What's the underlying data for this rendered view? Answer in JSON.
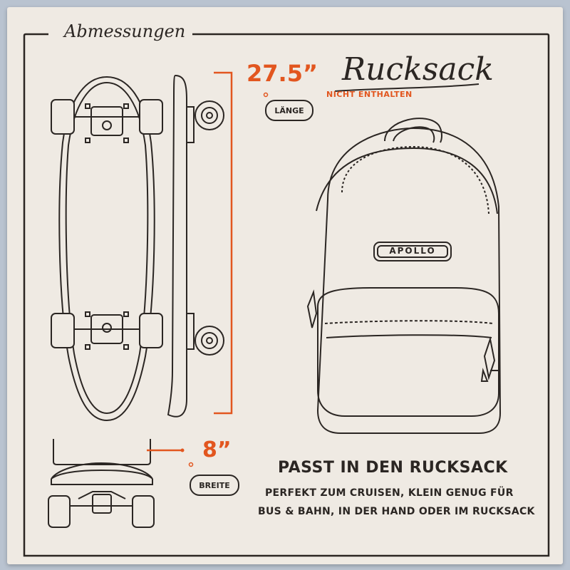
{
  "title": "Abmessungen",
  "length": {
    "value": "27.5”",
    "label": "LÄNGE"
  },
  "width": {
    "value": "8”",
    "label": "BREITE"
  },
  "backpack": {
    "title": "Rucksack",
    "note": "NICHT ENTHALTEN",
    "brand": "APOLLO"
  },
  "headline": "PASST IN DEN RUCKSACK",
  "subline_1": "PERFEKT ZUM CRUISEN, KLEIN GENUG FÜR",
  "subline_2": "BUS & BAHN, IN DER HAND ODER IM RUCKSACK",
  "colors": {
    "accent": "#e2561f",
    "ink": "#2b2623",
    "paper": "#efeae3",
    "background": "#b9c3d0"
  },
  "icons": [
    "skateboard-top-view-icon",
    "skateboard-side-view-icon",
    "skateboard-front-view-icon",
    "backpack-icon"
  ]
}
